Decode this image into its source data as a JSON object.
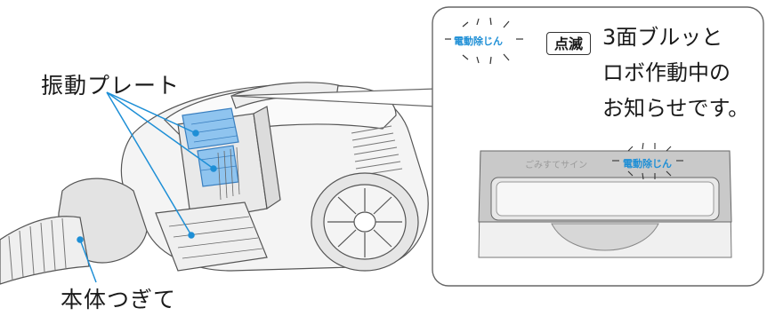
{
  "labels": {
    "vibration_plate": "振動プレート",
    "body_joint": "本体つぎて"
  },
  "callout": {
    "indicator_label": "電動除じん",
    "indicator_state": "点滅",
    "message_lines": [
      "3面ブルッと",
      "ロボ作動中の",
      "お知らせです。"
    ]
  },
  "panel": {
    "dust_sign_label": "ごみすてサイン",
    "indicator_label": "電動除じん"
  },
  "colors": {
    "accent_blue": "#1e8fd6",
    "filter_blue": "#8fc4ef",
    "line_gray": "#555555"
  }
}
